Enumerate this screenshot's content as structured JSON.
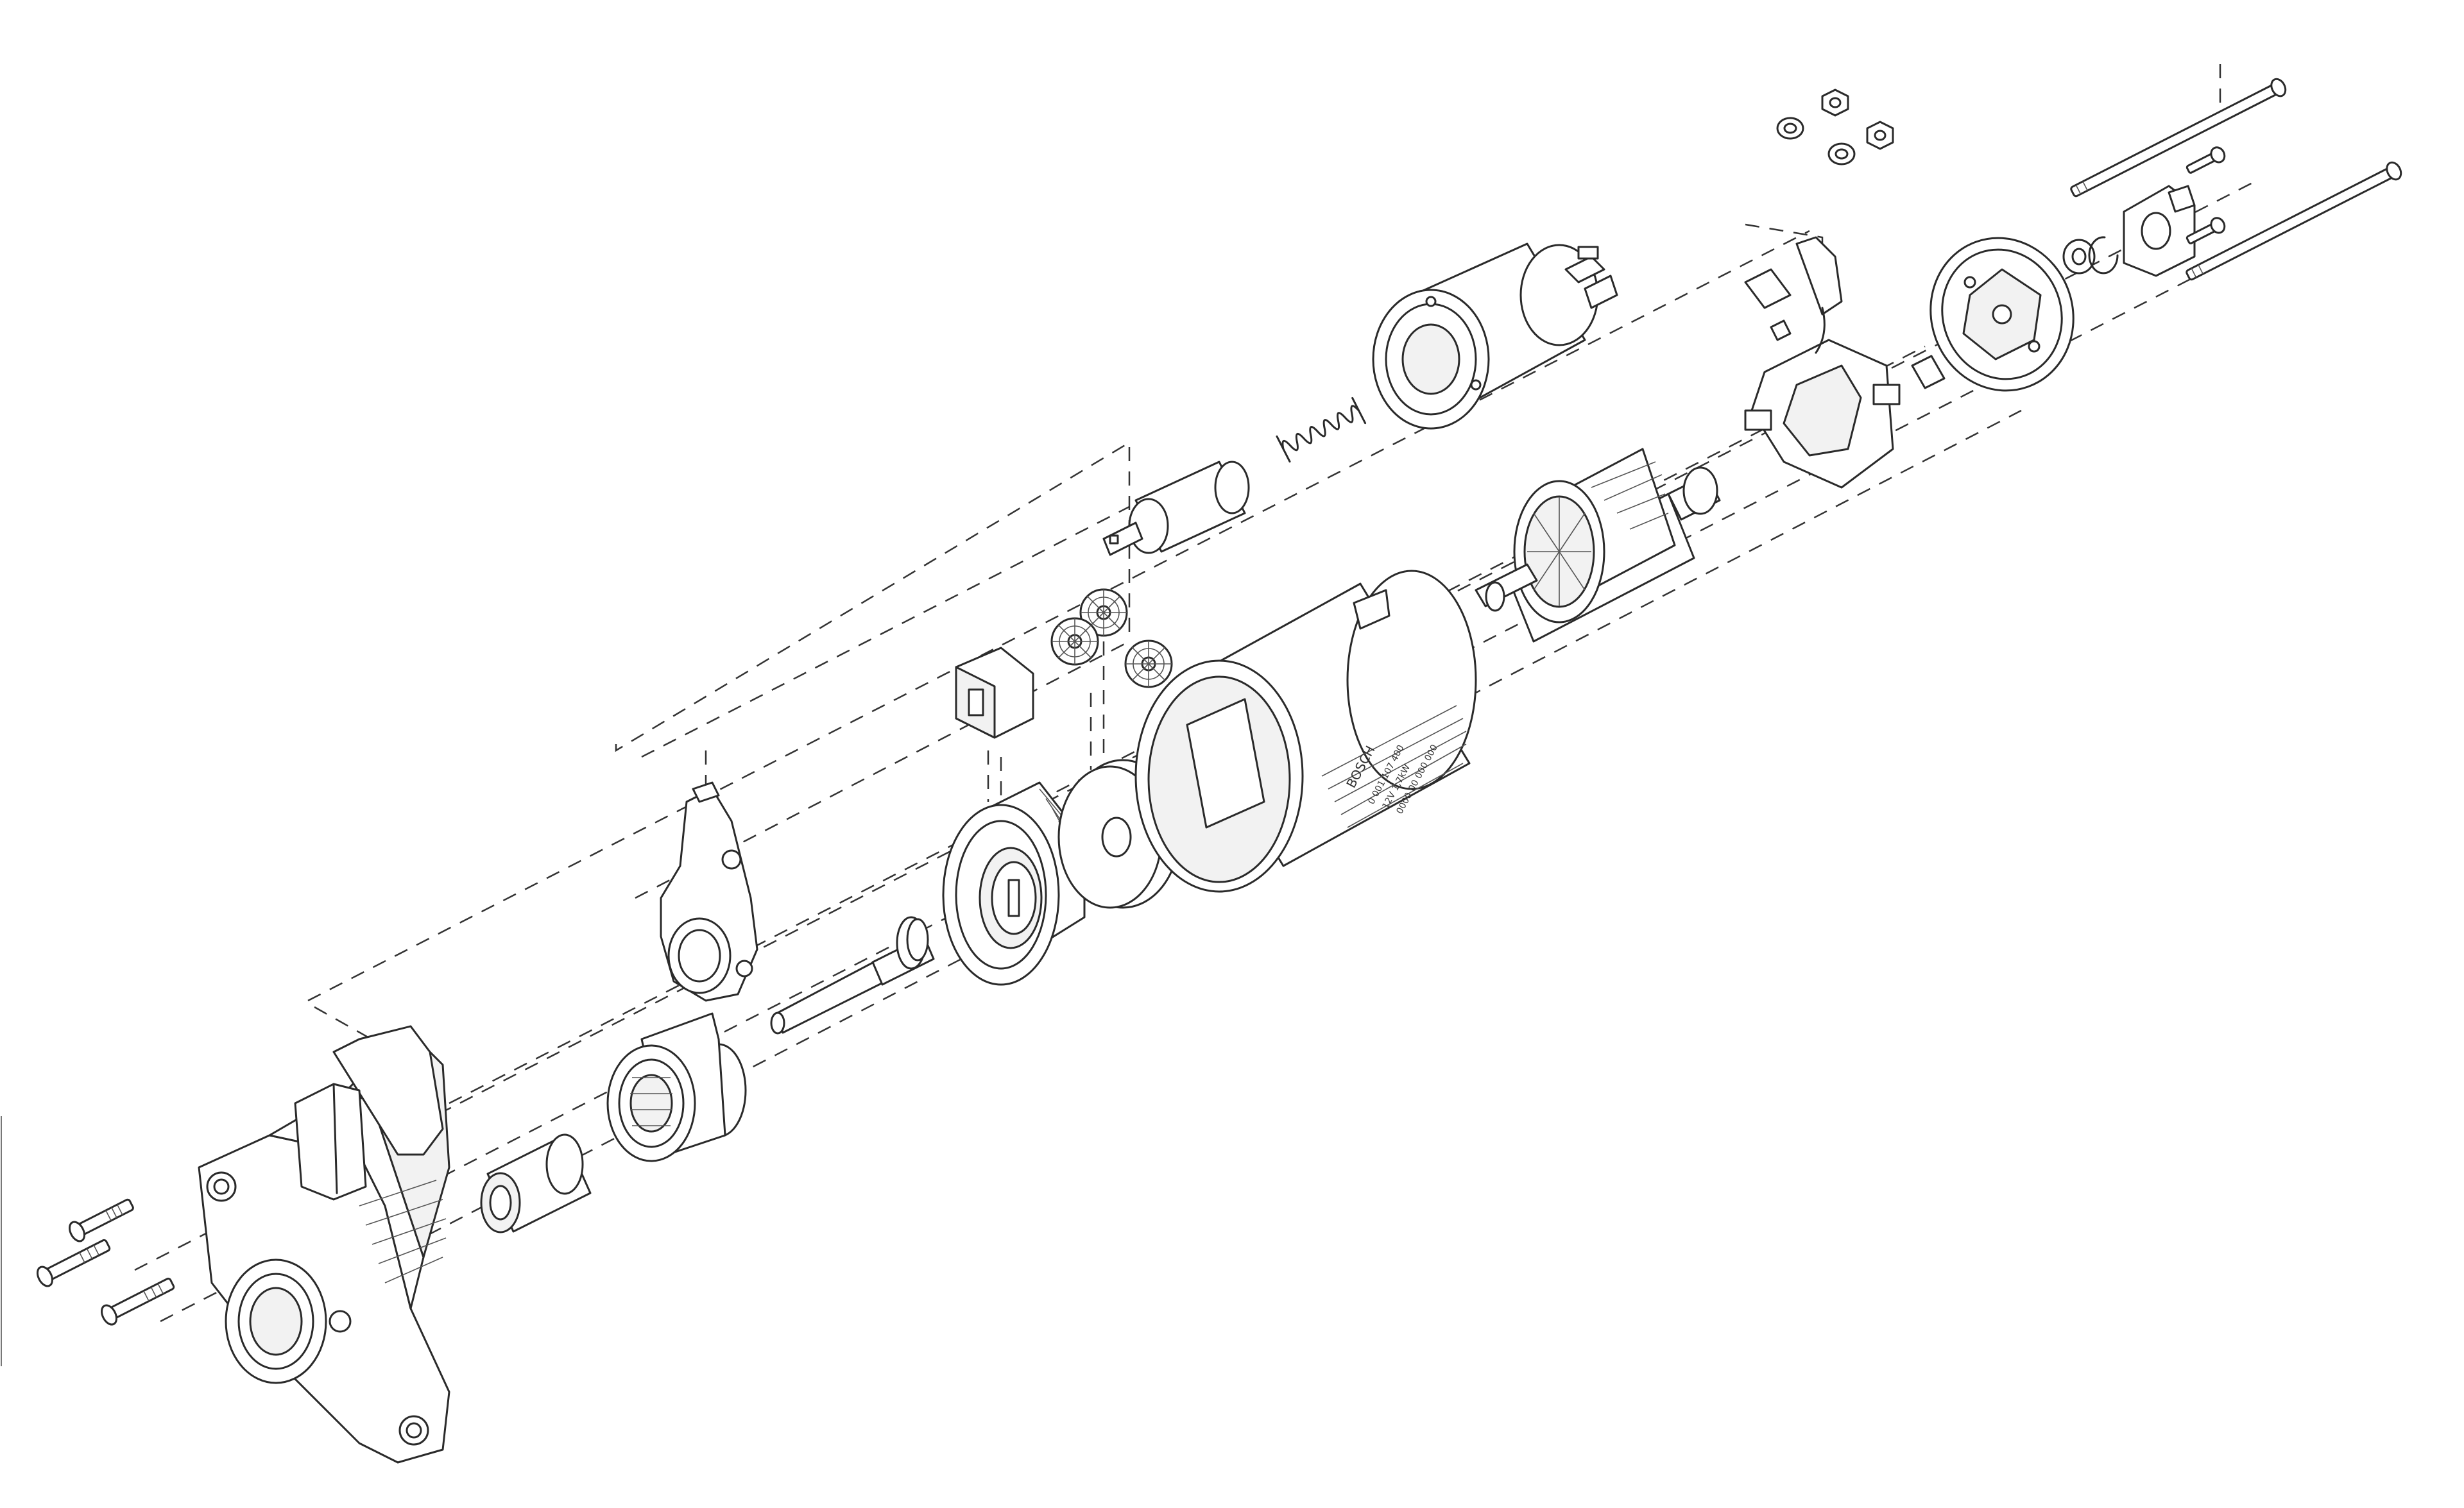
{
  "housing": {
    "brand": "BOSCH",
    "brand_mark": "BOSCH",
    "part_lines": [
      "0 001 107 400",
      "12V 1,7kW",
      "0000 00 000 000"
    ]
  },
  "colors": {
    "line": "#2a2a2a",
    "shade": "#f2f2f2",
    "paper": "#ffffff"
  }
}
